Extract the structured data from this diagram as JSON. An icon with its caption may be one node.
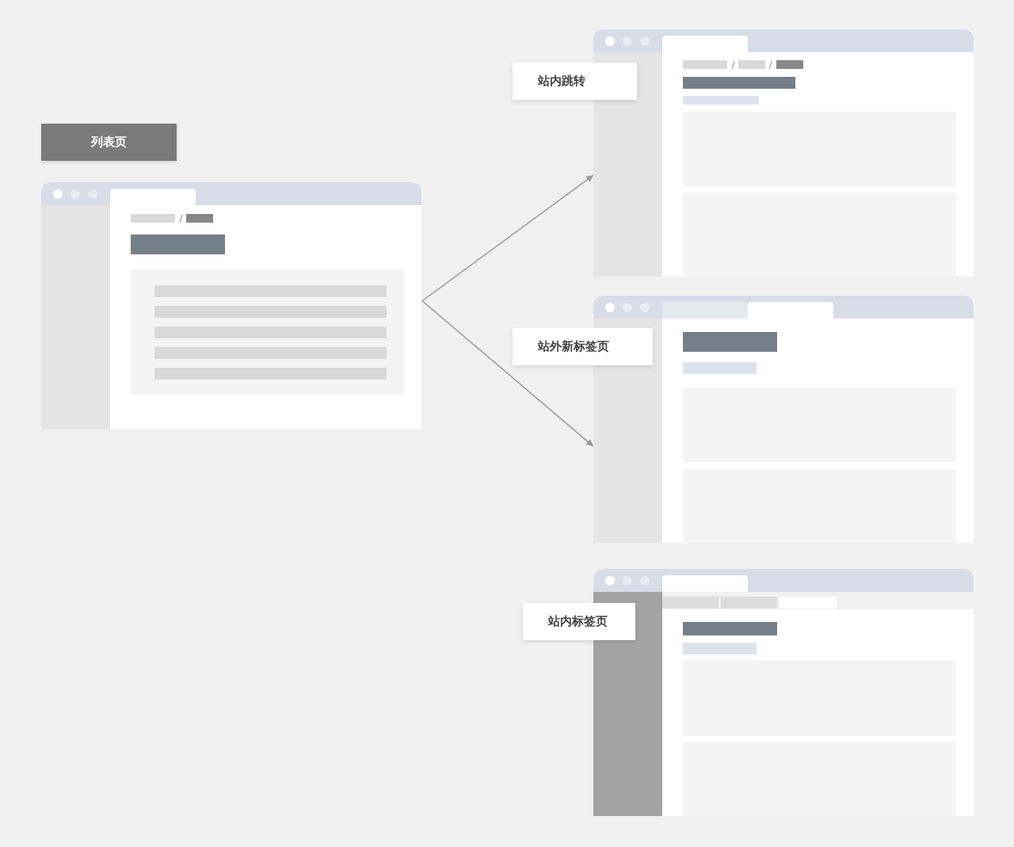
{
  "diagram": {
    "nodes": [
      {
        "text": [
          "列表页"
        ]
      },
      {
        "text": [],
        "shape": "window"
      },
      {
        "text": [
          "站内跳转"
        ]
      },
      {
        "text": [],
        "shape": "window"
      },
      {
        "text": [
          "站外新标签页"
        ]
      },
      {
        "text": [],
        "shape": "window"
      },
      {
        "text": [
          "站内标签页"
        ]
      },
      {
        "text": [],
        "shape": "window"
      }
    ],
    "edges": [
      {
        "from": 1,
        "to": 3,
        "arrow": "to"
      },
      {
        "from": 1,
        "to": 5,
        "arrow": "to"
      }
    ]
  }
}
